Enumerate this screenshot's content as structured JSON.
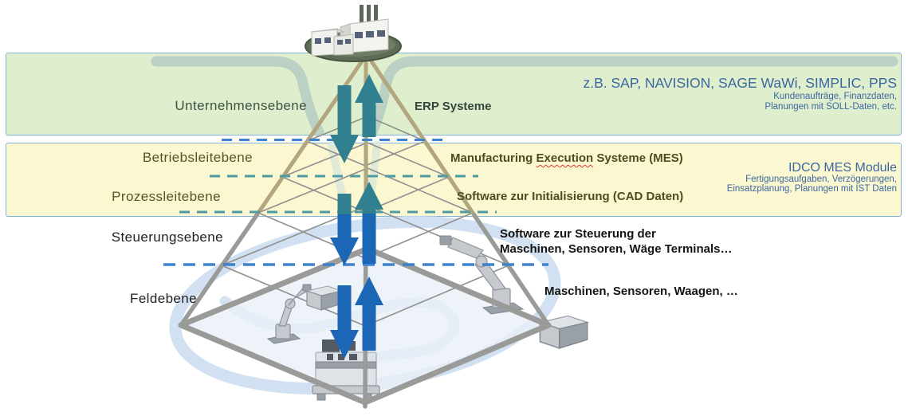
{
  "diagram": {
    "title_hint": "Automation pyramid with ERP/MES levels",
    "levels": [
      {
        "label": "Unternehmensebene"
      },
      {
        "label": "Betriebsleitebene"
      },
      {
        "label": "Prozessleitebene"
      },
      {
        "label": "Steuerungsebene"
      },
      {
        "label": "Feldebene"
      }
    ],
    "center": {
      "erp": "ERP Systeme",
      "mes_pre": "Manufacturing ",
      "mes_word": "Execution",
      "mes_post": " Systeme (MES)",
      "cad": "Software zur Initialisierung (CAD Daten)",
      "steuerung_line1": "Software zur Steuerung der",
      "steuerung_line2": "Maschinen, Sensoren, Wäge Terminals…",
      "feld": "Maschinen, Sensoren, Waagen, …"
    },
    "right": {
      "erp_examples": "z.B. SAP, NAVISION, SAGE WaWi, SIMPLIC, PPS",
      "erp_sub1": "Kundenaufträge, Finanzdaten,",
      "erp_sub2": "Planungen mit SOLL-Daten, etc.",
      "mes_title": "IDCO MES Module",
      "mes_sub1": "Fertigungsaufgaben, Verzögerungen,",
      "mes_sub2": "Einsatzplanung, Planungen mit IST Daten"
    },
    "icons": [
      "factory-icon",
      "pyramid-wireframe",
      "up-arrow-icon",
      "down-arrow-icon",
      "robot-arm-icon",
      "crate-icon",
      "machine-icon",
      "conveyor-swoosh-icon"
    ]
  },
  "colors": {
    "band_green": "#dfeecc",
    "band_yellow": "#fbf7d0",
    "band_border": "#84b1da",
    "arrow_teal": "#31808f",
    "arrow_blue": "#1b66b5",
    "dash_teal": "#4d9aa3",
    "dash_blue": "#3f82cc",
    "pyramid_tan": "#b1a67d",
    "pyramid_gray": "#9a9a98",
    "annotation_blue": "#3b67a1",
    "level_green_text": "#3f5244",
    "level_olive_text": "#565426",
    "swoosh_blue": "#cadcee"
  }
}
